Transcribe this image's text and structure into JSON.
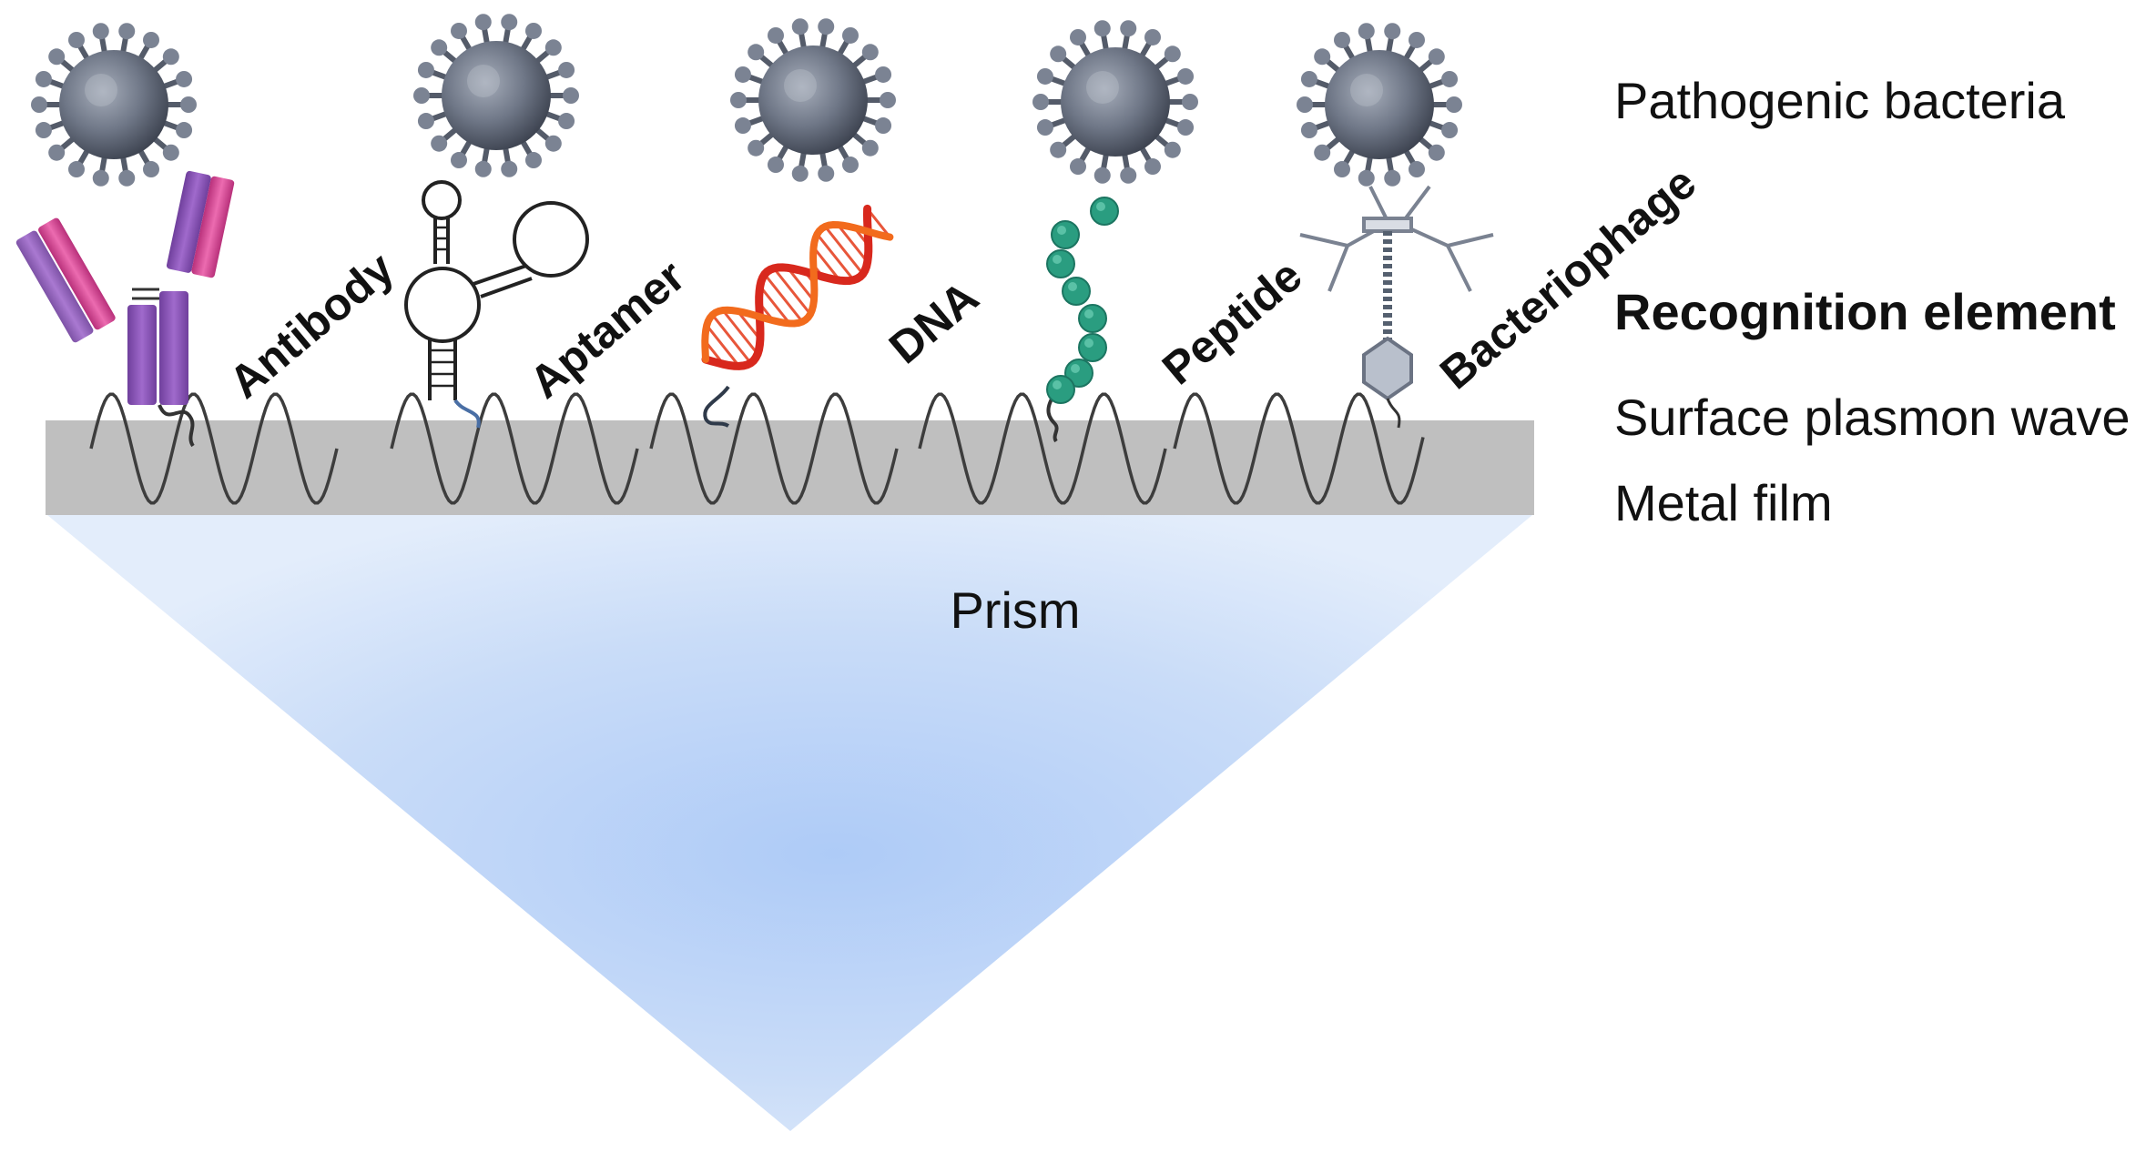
{
  "side_labels": {
    "pathogen": "Pathogenic bacteria",
    "recognition": "Recognition element",
    "wave": "Surface plasmon wave",
    "metal": "Metal film"
  },
  "prism_label": "Prism",
  "elements": [
    {
      "label": "Antibody",
      "type": "antibody"
    },
    {
      "label": "Aptamer",
      "type": "aptamer"
    },
    {
      "label": "DNA",
      "type": "dna"
    },
    {
      "label": "Peptide",
      "type": "peptide"
    },
    {
      "label": "Bacteriophage",
      "type": "bacteriophage"
    }
  ],
  "colors": {
    "metal_film": "#bfbfbf",
    "wave": "#404040",
    "prism": "#a9c9f5",
    "bacteria": "#6d7585",
    "antibody_purple": "#8e55b8",
    "antibody_pink": "#d6408f",
    "dna_red": "#d8281d",
    "dna_orange": "#f26b1d",
    "peptide": "#2a9d80"
  },
  "icons": [
    "bacteria-icon",
    "antibody-icon",
    "aptamer-icon",
    "dna-icon",
    "peptide-icon",
    "bacteriophage-icon"
  ]
}
